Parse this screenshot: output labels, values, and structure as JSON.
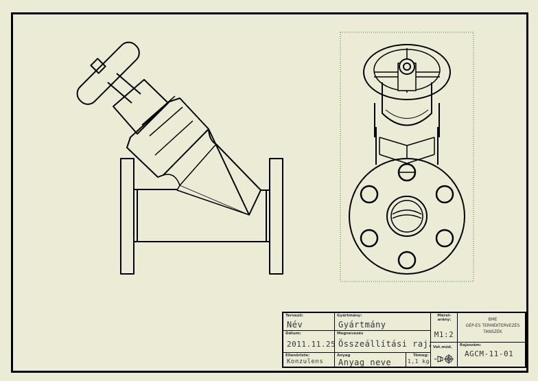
{
  "title_block": {
    "designer_label": "Tervező:",
    "designer": "Név",
    "product_label": "Gyártmány:",
    "product": "Gyártmány",
    "scale_label": "Méret-arány:",
    "scale": "M1:2",
    "org_line1": "BME",
    "org_line2": "GÉP-ÉS TERMÉKTERVEZÉS",
    "org_line3": "TANSZÉK",
    "date_label": "Dátum:",
    "date": "2011.11.25",
    "name_label": "Megnevezés",
    "name": "Összeállítási rajz",
    "projection_label": "Vet.mód.",
    "drawing_no_label": "Rajzszám:",
    "drawing_no": "AGCM-11-01",
    "checked_label": "Ellenőrizte:",
    "checked": "Konzulens",
    "material_label": "Anyag",
    "material": "Anyag neve",
    "mass_label": "Tömeg:",
    "mass": "1,1 kg"
  }
}
